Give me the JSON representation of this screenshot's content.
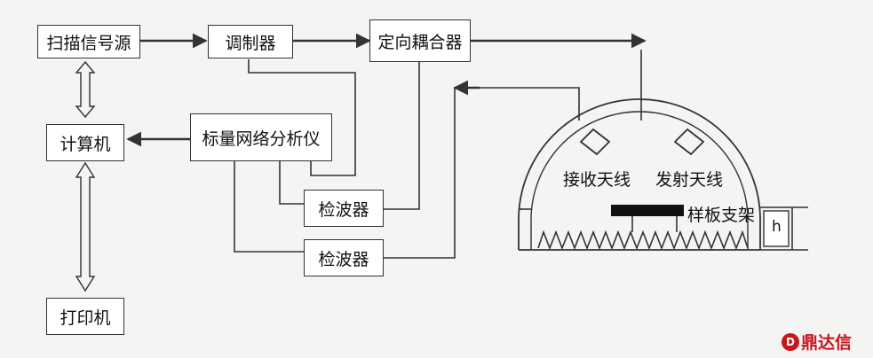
{
  "nodes": {
    "scan_source": "扫描信号源",
    "modulator": "调制器",
    "coupler": "定向耦合器",
    "computer": "计算机",
    "analyzer": "标量网络分析仪",
    "printer": "打印机",
    "detector_1": "检波器",
    "detector_2": "检波器"
  },
  "chamber": {
    "rx_antenna": "接收天线",
    "tx_antenna": "发射天线",
    "sample_holder": "样板支架",
    "height_label": "h"
  },
  "watermark": {
    "logo": "鼎达信",
    "mark": "D"
  },
  "colors": {
    "line": "#333333",
    "watermark": "#c8161e",
    "box_bg": "#ffffff"
  }
}
